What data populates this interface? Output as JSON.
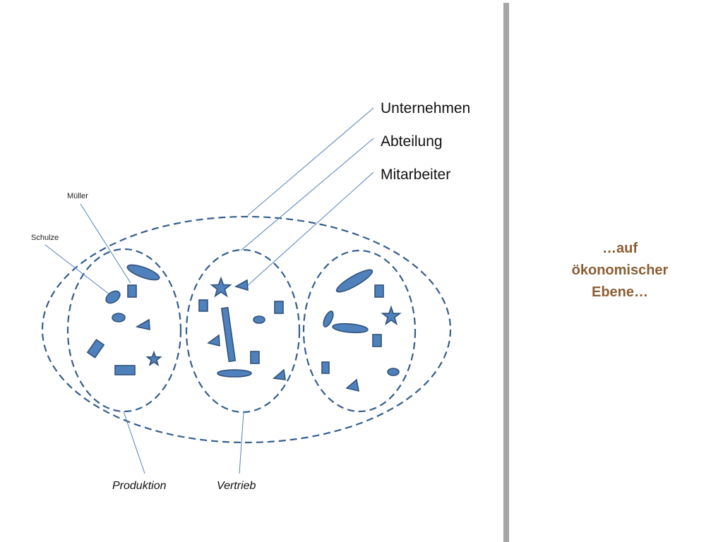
{
  "labels": {
    "unternehmen": "Unternehmen",
    "abteilung": "Abteilung",
    "mitarbeiter": "Mitarbeiter",
    "mueller": "Müller",
    "schulze": "Schulze",
    "produktion": "Produktion",
    "vertrieb": "Vertrieb"
  },
  "side_text": {
    "line1": "…auf",
    "line2": "ökonomischer",
    "line3": "Ebene…"
  },
  "colors": {
    "dashed_outline": "#355e8c",
    "shape_fill": "#4f81bd",
    "shape_stroke": "#30527a",
    "leader_line": "#4f81bd",
    "divider": "#a6a6a6",
    "side_text": "#8b5e34"
  }
}
